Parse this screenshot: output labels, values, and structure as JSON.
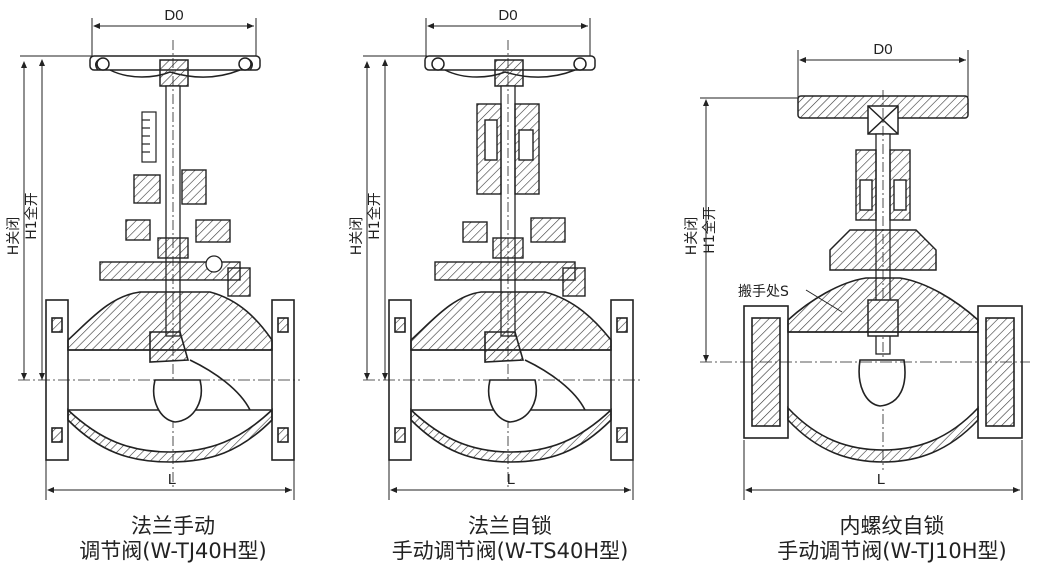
{
  "valves": [
    {
      "d0": "D0",
      "h_closed": "H关闭",
      "h1_open": "H1全开",
      "l": "L",
      "caption_line1": "法兰手动",
      "caption_line2": "调节阀(W-TJ40H型)"
    },
    {
      "d0": "D0",
      "h_closed": "H关闭",
      "h1_open": "H1全开",
      "l": "L",
      "caption_line1": "法兰自锁",
      "caption_line2": "手动调节阀(W-TS40H型)"
    },
    {
      "d0": "D0",
      "h_closed": "H关闭",
      "h1_open": "H1全开",
      "l": "L",
      "wrench_label": "搬手处S",
      "caption_line1": "内螺纹自锁",
      "caption_line2": "手动调节阀(W-TJ10H型)"
    }
  ],
  "colors": {
    "line": "#222222",
    "hatch": "#333333",
    "background": "#ffffff"
  }
}
